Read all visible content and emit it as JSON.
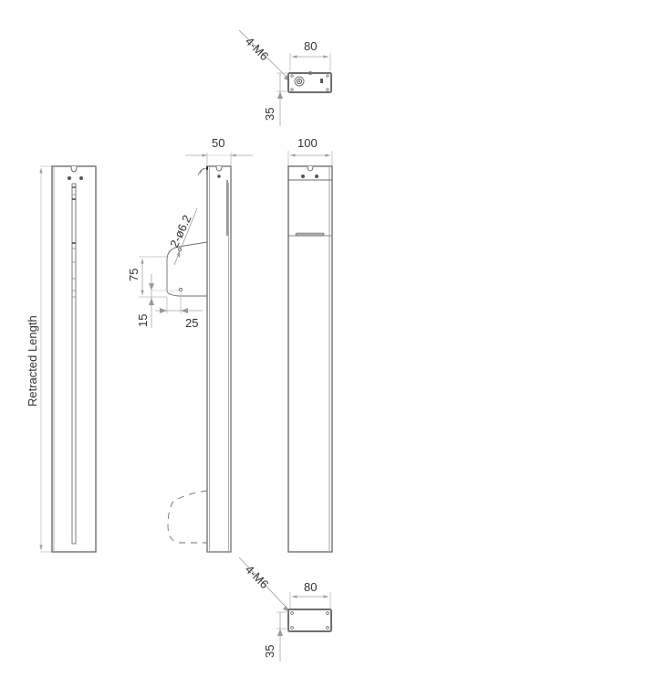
{
  "drawing": {
    "colors": {
      "outline": "#6e6e6e",
      "outline_dark": "#555555",
      "dimension": "#a8a8a8",
      "arrow": "#9a9a9a",
      "text": "#333333"
    },
    "top_view": {
      "hole_label": "4-M6",
      "width_dim": "80",
      "height_dim": "35"
    },
    "bottom_view": {
      "hole_label": "4-M6",
      "width_dim": "80",
      "height_dim": "35"
    },
    "front_view": {
      "length_label": "Retracted Length"
    },
    "side_view": {
      "width_dim": "50",
      "hole_label": "2-ø6.2",
      "bracket_height_dim": "75",
      "hole_offset_vertical_dim": "15",
      "hole_offset_horizontal_dim": "25"
    },
    "rear_view": {
      "width_dim": "100"
    }
  }
}
